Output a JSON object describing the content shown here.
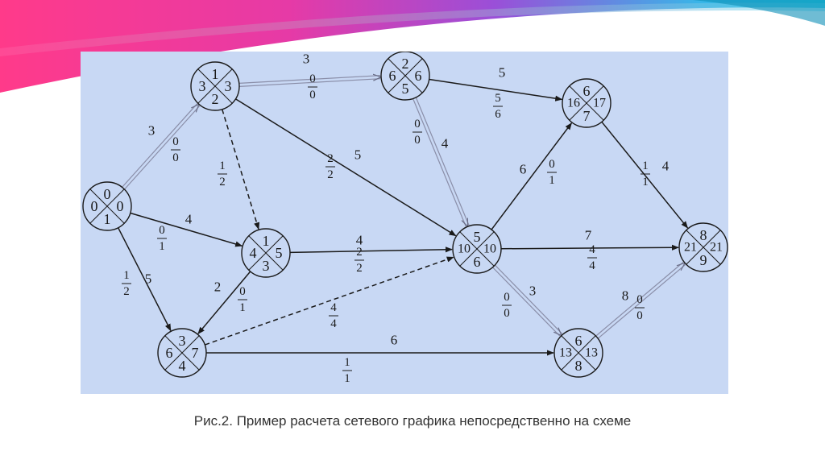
{
  "caption": "Рис.2. Пример расчета сетевого графика непосредственно на схеме",
  "colors": {
    "panel_bg": "#c8d8f4",
    "edge": "#1a1a1a",
    "critical_edge": "#8a8ea8"
  },
  "nodes": [
    {
      "id": "n1",
      "top": "0",
      "left": "0",
      "right": "0",
      "bottom": "1"
    },
    {
      "id": "n2",
      "top": "1",
      "left": "3",
      "right": "3",
      "bottom": "2"
    },
    {
      "id": "n3",
      "top": "1",
      "left": "4",
      "right": "5",
      "bottom": "3"
    },
    {
      "id": "n4",
      "top": "3",
      "left": "6",
      "right": "7",
      "bottom": "4"
    },
    {
      "id": "n5",
      "top": "2",
      "left": "6",
      "right": "6",
      "bottom": "5"
    },
    {
      "id": "n6",
      "top": "5",
      "left": "10",
      "right": "10",
      "bottom": "6"
    },
    {
      "id": "n7",
      "top": "6",
      "left": "16",
      "right": "17",
      "bottom": "7"
    },
    {
      "id": "n8",
      "top": "6",
      "left": "13",
      "right": "13",
      "bottom": "8"
    },
    {
      "id": "n9",
      "top": "8",
      "left": "21",
      "right": "21",
      "bottom": "9"
    }
  ],
  "edges": [
    {
      "from": "n1",
      "to": "n2",
      "style": "double",
      "duration": "3",
      "reserve_top": "0",
      "reserve_bottom": "0"
    },
    {
      "from": "n1",
      "to": "n3",
      "style": "solid",
      "duration": "4",
      "reserve_top": "0",
      "reserve_bottom": "1"
    },
    {
      "from": "n1",
      "to": "n4",
      "style": "solid",
      "duration": "5",
      "reserve_top": "1",
      "reserve_bottom": "2"
    },
    {
      "from": "n2",
      "to": "n5",
      "style": "double",
      "duration": "3",
      "reserve_top": "0",
      "reserve_bottom": "0"
    },
    {
      "from": "n2",
      "to": "n3",
      "style": "dashed",
      "duration": "",
      "reserve_top": "1",
      "reserve_bottom": "2"
    },
    {
      "from": "n2",
      "to": "n6",
      "style": "solid",
      "duration": "5",
      "reserve_top": "2",
      "reserve_bottom": "2"
    },
    {
      "from": "n3",
      "to": "n6",
      "style": "solid",
      "duration": "4",
      "reserve_top": "2",
      "reserve_bottom": "2"
    },
    {
      "from": "n3",
      "to": "n4",
      "style": "solid",
      "duration": "2",
      "reserve_top": "0",
      "reserve_bottom": "1"
    },
    {
      "from": "n4",
      "to": "n6",
      "style": "dashed",
      "duration": "",
      "reserve_top": "4",
      "reserve_bottom": "4"
    },
    {
      "from": "n4",
      "to": "n8",
      "style": "solid",
      "duration": "6",
      "reserve_top": "1",
      "reserve_bottom": "1"
    },
    {
      "from": "n5",
      "to": "n7",
      "style": "solid",
      "duration": "5",
      "reserve_top": "5",
      "reserve_bottom": "6"
    },
    {
      "from": "n5",
      "to": "n6",
      "style": "double",
      "duration": "4",
      "reserve_top": "0",
      "reserve_bottom": "0"
    },
    {
      "from": "n6",
      "to": "n7",
      "style": "solid",
      "duration": "6",
      "reserve_top": "0",
      "reserve_bottom": "1"
    },
    {
      "from": "n6",
      "to": "n9",
      "style": "solid",
      "duration": "7",
      "reserve_top": "4",
      "reserve_bottom": "4"
    },
    {
      "from": "n6",
      "to": "n8",
      "style": "double",
      "duration": "3",
      "reserve_top": "0",
      "reserve_bottom": "0"
    },
    {
      "from": "n7",
      "to": "n9",
      "style": "solid",
      "duration": "4",
      "reserve_top": "1",
      "reserve_bottom": "1"
    },
    {
      "from": "n8",
      "to": "n9",
      "style": "double",
      "duration": "8",
      "reserve_top": "0",
      "reserve_bottom": "0"
    }
  ]
}
